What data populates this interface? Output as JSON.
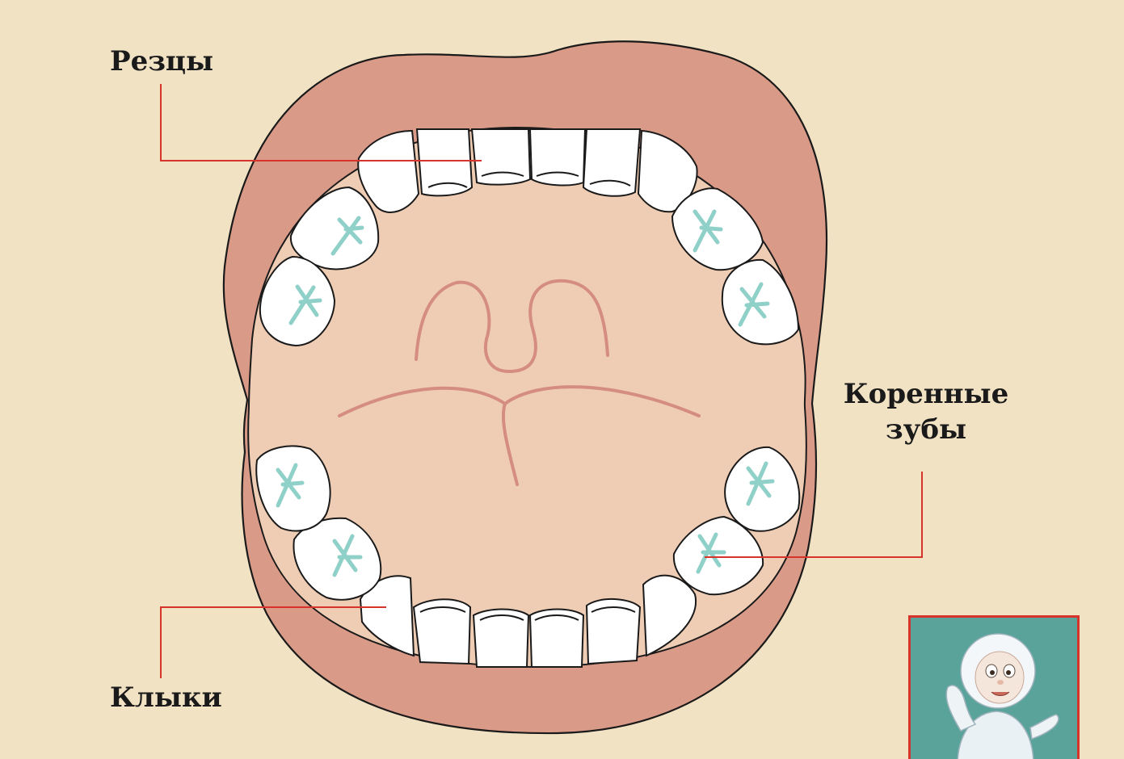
{
  "labels": {
    "incisors": "Резцы",
    "canines": "Клыки",
    "molars_line1": "Коренные",
    "molars_line2": "зубы"
  },
  "colors": {
    "background": "#f2e2c4",
    "lips": "#d99a88",
    "mouth_interior": "#efcdb4",
    "palate_lines": "#d48d80",
    "teeth": "#ffffff",
    "tooth_grooves": "#8fd0c8",
    "leader_lines": "#d6332a",
    "mascot_panel": "#5aa39a"
  },
  "illustration": {
    "mascot": "child-mascot-icon"
  }
}
